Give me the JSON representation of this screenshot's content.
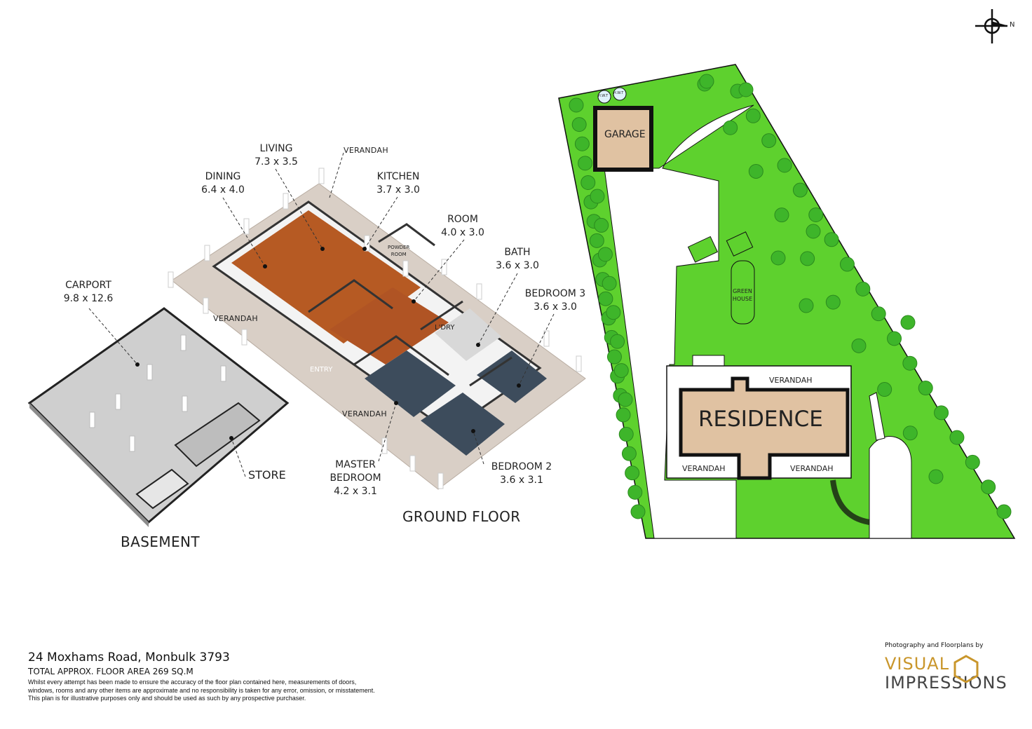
{
  "compass": {
    "north_label": "N"
  },
  "ground_floor": {
    "title": "GROUND FLOOR",
    "rooms": {
      "dining": {
        "name": "DINING",
        "size": "6.4 x 4.0"
      },
      "living": {
        "name": "LIVING",
        "size": "7.3 x 3.5"
      },
      "kitchen": {
        "name": "KITCHEN",
        "size": "3.7 x 3.0"
      },
      "room": {
        "name": "ROOM",
        "size": "4.0 x 3.0"
      },
      "bath": {
        "name": "BATH",
        "size": "3.6 x 3.0"
      },
      "bedroom3": {
        "name": "BEDROOM 3",
        "size": "3.6 x 3.0"
      },
      "bedroom2": {
        "name": "BEDROOM 2",
        "size": "3.6 x 3.1"
      },
      "master": {
        "name_line1": "MASTER",
        "name_line2": "BEDROOM",
        "size": "4.2 x 3.1"
      }
    },
    "small_labels": {
      "verandah_top": "VERANDAH",
      "verandah_left": "VERANDAH",
      "verandah_front": "VERANDAH",
      "entry": "ENTRY",
      "laundry": "L'DRY",
      "powder_line1": "POWDER",
      "powder_line2": "ROOM"
    }
  },
  "basement": {
    "title": "BASEMENT",
    "carport": {
      "name": "CARPORT",
      "size": "9.8 x 12.6"
    },
    "store": {
      "name": "STORE"
    }
  },
  "site_plan": {
    "garage": "GARAGE",
    "hwt1": "H.W.T",
    "hwt2": "H.W.T",
    "greenhouse_line1": "GREEN",
    "greenhouse_line2": "HOUSE",
    "residence": "RESIDENCE",
    "verandah_top": "VERANDAH",
    "verandah_bottom_left": "VERANDAH",
    "verandah_bottom_right": "VERANDAH"
  },
  "footer": {
    "address": "24 Moxhams Road, Monbulk 3793",
    "floor_area": "TOTAL APPROX. FLOOR AREA 269 SQ.M",
    "disclaimer_1": "Whilst every attempt has been made to ensure the accuracy of the floor plan contained here, measurements of doors,",
    "disclaimer_2": "windows, rooms and any other items are approximate and no responsibility is taken for any error, omission, or misstatement.",
    "disclaimer_3": "This plan is for illustrative purposes only and should be used as such by any prospective purchaser."
  },
  "branding": {
    "credit": "Photography and Floorplans by",
    "line1": "VISUAL",
    "line2": "IMPRESSIONS"
  },
  "colors": {
    "lawn": "#5ed12e",
    "tree": "#3eb52a",
    "residence_fill": "#e0c2a2",
    "floor_wood": "#b65a23",
    "bedroom_floor": "#3d4c5c",
    "carport_floor": "#cfcfcf",
    "brand_gold": "#c9962b"
  }
}
